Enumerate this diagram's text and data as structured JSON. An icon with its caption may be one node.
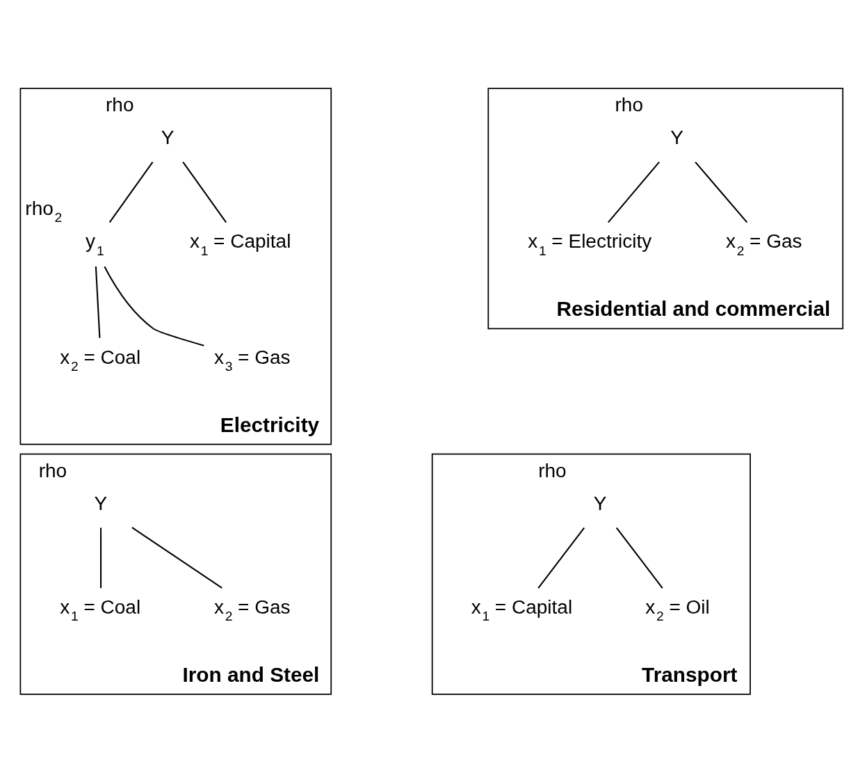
{
  "diagram": {
    "nodes": [
      {
        "text": [
          "Electricity"
        ]
      },
      {
        "text": [
          "Y"
        ],
        "in": 0,
        "beside": [
          "rho"
        ]
      },
      {
        "text": [
          "x$_{1}$ = Capital"
        ],
        "in": 0
      },
      {
        "text": [
          "y$_{1}$"
        ],
        "in": 0,
        "beside": [
          "rho$_{2}$"
        ]
      },
      {
        "text": [
          "x$_{2}$ = Coal"
        ],
        "in": 0
      },
      {
        "text": [
          "x$_{3}$ = Gas"
        ],
        "in": 0
      },
      {
        "text": [
          "Residential and commercial"
        ]
      },
      {
        "text": [
          "Y"
        ],
        "in": 6,
        "beside": [
          "rho"
        ]
      },
      {
        "text": [
          "x$_{1}$ = Electricity"
        ],
        "in": 6
      },
      {
        "text": [
          "x$_{2}$ = Gas"
        ],
        "in": 6
      },
      {
        "text": [
          "Iron and Steel"
        ]
      },
      {
        "text": [
          "Y"
        ],
        "in": 10,
        "beside": [
          "rho"
        ]
      },
      {
        "text": [
          "x$_{1}$ = Coal"
        ],
        "in": 10
      },
      {
        "text": [
          "x$_{2}$ = Gas"
        ],
        "in": 10
      },
      {
        "text": [
          "Transport"
        ]
      },
      {
        "text": [
          "Y"
        ],
        "in": 14,
        "beside": [
          "rho"
        ]
      },
      {
        "text": [
          "x$_{1}$ = Capital"
        ],
        "in": 14
      },
      {
        "text": [
          "x$_{2}$ = Oil"
        ],
        "in": 14
      }
    ],
    "edges": [
      {
        "from": 1,
        "to": 2,
        "arrow": "none"
      },
      {
        "from": 1,
        "to": 3,
        "arrow": "none"
      },
      {
        "from": 3,
        "to": 4,
        "arrow": "none"
      },
      {
        "from": 3,
        "to": 5,
        "arrow": "none"
      },
      {
        "from": 7,
        "to": 8,
        "arrow": "none"
      },
      {
        "from": 7,
        "to": 9,
        "arrow": "none"
      },
      {
        "from": 11,
        "to": 12,
        "arrow": "none"
      },
      {
        "from": 11,
        "to": 13,
        "arrow": "none"
      },
      {
        "from": 15,
        "to": 16,
        "arrow": "none"
      },
      {
        "from": 15,
        "to": 17,
        "arrow": "none"
      }
    ]
  }
}
